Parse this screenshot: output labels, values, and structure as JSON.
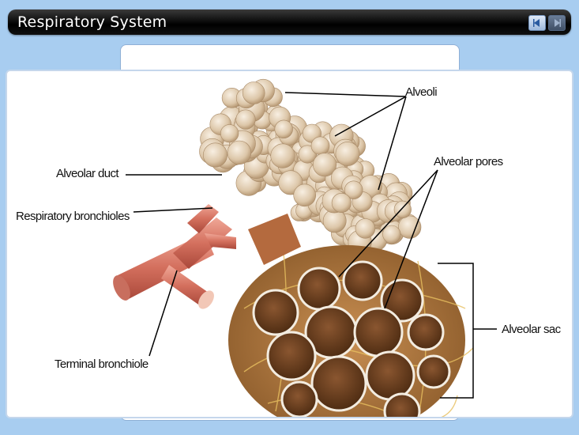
{
  "window": {
    "title": "Respiratory System",
    "nav": {
      "prev_icon": "arrow-left-icon",
      "next_icon": "arrow-right-icon"
    }
  },
  "diagram": {
    "labels": {
      "alveoli": "Alveoli",
      "alveolar_duct": "Alveolar duct",
      "alveolar_pores": "Alveolar pores",
      "respiratory_bronchioles": "Respiratory bronchioles",
      "alveolar_sac": "Alveolar sac",
      "terminal_bronchiole": "Terminal bronchiole"
    }
  },
  "colors": {
    "background": "#a8cdf0",
    "titlebar": "#000000",
    "alveoli_cluster": "#e3d1b8",
    "bronchiole": "#d97a6a",
    "sac_interior": "#6b3f1f"
  }
}
